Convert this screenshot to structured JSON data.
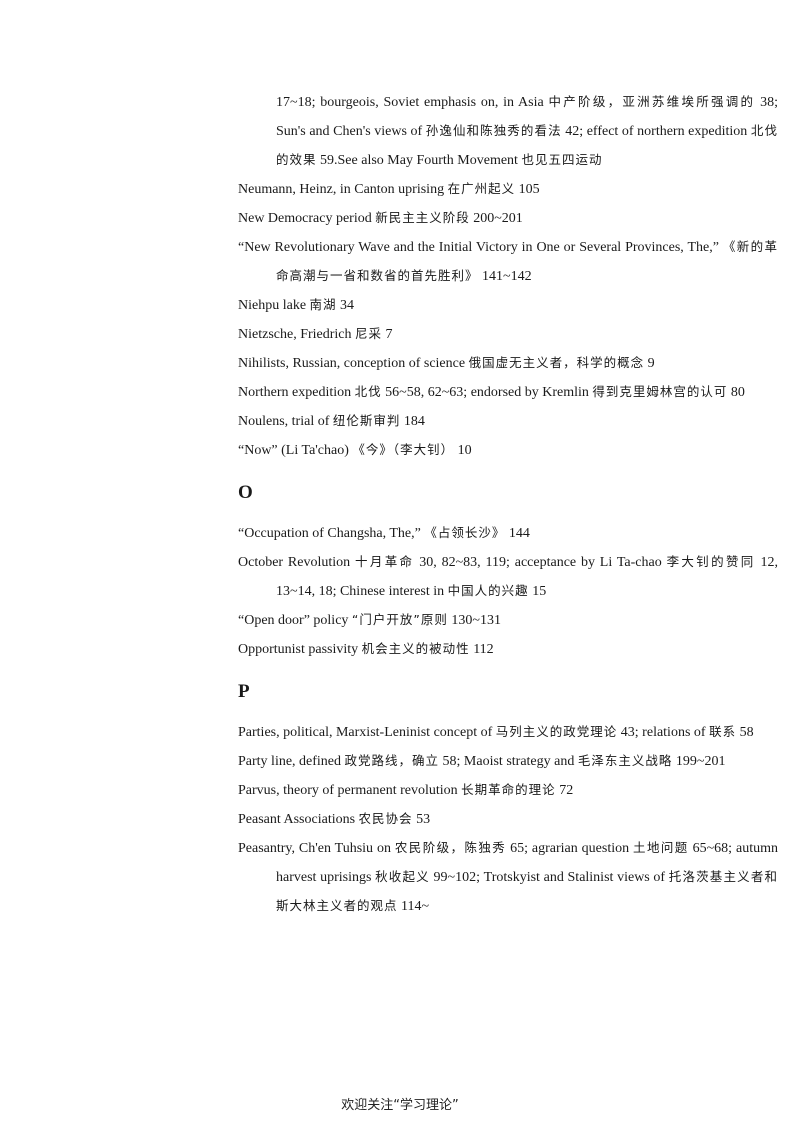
{
  "entries_top": [
    {
      "continuation": true,
      "parts": [
        {
          "t": "en",
          "v": "17~18; bourgeois, Soviet emphasis on, in Asia "
        },
        {
          "t": "zh",
          "v": "中产阶级，亚洲苏维埃所强调的"
        },
        {
          "t": "en",
          "v": " 38; Sun's and Chen's views of "
        },
        {
          "t": "zh",
          "v": "孙逸仙和陈独秀的看法"
        },
        {
          "t": "en",
          "v": " 42; effect of northern expedition "
        },
        {
          "t": "zh",
          "v": "北伐的效果"
        },
        {
          "t": "en",
          "v": " 59.See also May Fourth Movement "
        },
        {
          "t": "zh",
          "v": "也见五四运动"
        }
      ]
    },
    {
      "parts": [
        {
          "t": "en",
          "v": "Neumann, Heinz, in Canton uprising "
        },
        {
          "t": "zh",
          "v": "在广州起义"
        },
        {
          "t": "en",
          "v": " 105"
        }
      ]
    },
    {
      "parts": [
        {
          "t": "en",
          "v": "New Democracy period "
        },
        {
          "t": "zh",
          "v": "新民主主义阶段"
        },
        {
          "t": "en",
          "v": " 200~201"
        }
      ]
    },
    {
      "parts": [
        {
          "t": "en",
          "v": "“New Revolutionary Wave and the Initial Victory in One or Several Provinces, The,” "
        },
        {
          "t": "zh",
          "v": "《新的革命高潮与一省和数省的首先胜利》"
        },
        {
          "t": "en",
          "v": " 141~142"
        }
      ]
    },
    {
      "parts": [
        {
          "t": "en",
          "v": "Niehpu lake "
        },
        {
          "t": "zh",
          "v": "南湖"
        },
        {
          "t": "en",
          "v": " 34"
        }
      ]
    },
    {
      "parts": [
        {
          "t": "en",
          "v": "Nietzsche, Friedrich "
        },
        {
          "t": "zh",
          "v": "尼采"
        },
        {
          "t": "en",
          "v": " 7"
        }
      ]
    },
    {
      "parts": [
        {
          "t": "en",
          "v": "Nihilists, Russian, conception of science "
        },
        {
          "t": "zh",
          "v": "俄国虚无主义者，科学的概念"
        },
        {
          "t": "en",
          "v": " 9"
        }
      ]
    },
    {
      "parts": [
        {
          "t": "en",
          "v": "Northern expedition "
        },
        {
          "t": "zh",
          "v": "北伐"
        },
        {
          "t": "en",
          "v": " 56~58, 62~63; endorsed by Kremlin "
        },
        {
          "t": "zh",
          "v": "得到克里姆林宫的认可"
        },
        {
          "t": "en",
          "v": " 80"
        }
      ]
    },
    {
      "parts": [
        {
          "t": "en",
          "v": "Noulens, trial of "
        },
        {
          "t": "zh",
          "v": "纽伦斯审判"
        },
        {
          "t": "en",
          "v": " 184"
        }
      ]
    },
    {
      "parts": [
        {
          "t": "en",
          "v": "“Now” (Li Ta'chao) "
        },
        {
          "t": "zh",
          "v": "《今》（李大钊）"
        },
        {
          "t": "en",
          "v": " 10"
        }
      ]
    }
  ],
  "section_o": "O",
  "entries_o": [
    {
      "parts": [
        {
          "t": "en",
          "v": "“Occupation of Changsha, The,” "
        },
        {
          "t": "zh",
          "v": "《占领长沙》"
        },
        {
          "t": "en",
          "v": " 144"
        }
      ]
    },
    {
      "parts": [
        {
          "t": "en",
          "v": "October Revolution "
        },
        {
          "t": "zh",
          "v": "十月革命"
        },
        {
          "t": "en",
          "v": " 30, 82~83, 119; acceptance by Li Ta-chao "
        },
        {
          "t": "zh",
          "v": "李大钊的赞同"
        },
        {
          "t": "en",
          "v": " 12, 13~14, 18; Chinese interest in "
        },
        {
          "t": "zh",
          "v": "中国人的兴趣"
        },
        {
          "t": "en",
          "v": " 15"
        }
      ]
    },
    {
      "parts": [
        {
          "t": "en",
          "v": "“Open door” policy "
        },
        {
          "t": "zh",
          "v": "“门户开放”原则"
        },
        {
          "t": "en",
          "v": " 130~131"
        }
      ]
    },
    {
      "parts": [
        {
          "t": "en",
          "v": "Opportunist passivity "
        },
        {
          "t": "zh",
          "v": "机会主义的被动性"
        },
        {
          "t": "en",
          "v": " 112"
        }
      ]
    }
  ],
  "section_p": "P",
  "entries_p": [
    {
      "parts": [
        {
          "t": "en",
          "v": "Parties, political, Marxist-Leninist concept of "
        },
        {
          "t": "zh",
          "v": "马列主义的政党理论"
        },
        {
          "t": "en",
          "v": " 43; relations of "
        },
        {
          "t": "zh",
          "v": "联系"
        },
        {
          "t": "en",
          "v": " 58"
        }
      ]
    },
    {
      "parts": [
        {
          "t": "en",
          "v": "Party line, defined "
        },
        {
          "t": "zh",
          "v": "政党路线，确立"
        },
        {
          "t": "en",
          "v": " 58; Maoist strategy and "
        },
        {
          "t": "zh",
          "v": "毛泽东主义战略"
        },
        {
          "t": "en",
          "v": " 199~201"
        }
      ]
    },
    {
      "parts": [
        {
          "t": "en",
          "v": "Parvus, theory of permanent revolution "
        },
        {
          "t": "zh",
          "v": "长期革命的理论"
        },
        {
          "t": "en",
          "v": " 72"
        }
      ]
    },
    {
      "parts": [
        {
          "t": "en",
          "v": "Peasant Associations "
        },
        {
          "t": "zh",
          "v": "农民协会"
        },
        {
          "t": "en",
          "v": " 53"
        }
      ]
    },
    {
      "parts": [
        {
          "t": "en",
          "v": "Peasantry, Ch'en Tuhsiu on "
        },
        {
          "t": "zh",
          "v": "农民阶级，陈独秀"
        },
        {
          "t": "en",
          "v": " 65; agrarian question "
        },
        {
          "t": "zh",
          "v": "土地问题"
        },
        {
          "t": "en",
          "v": " 65~68; autumn harvest uprisings "
        },
        {
          "t": "zh",
          "v": "秋收起义"
        },
        {
          "t": "en",
          "v": " 99~102; Trotskyist and Stalinist views of "
        },
        {
          "t": "zh",
          "v": "托洛茨基主义者和斯大林主义者的观点"
        },
        {
          "t": "en",
          "v": " 114~"
        }
      ]
    }
  ],
  "footer": "欢迎关注“学习理论”"
}
